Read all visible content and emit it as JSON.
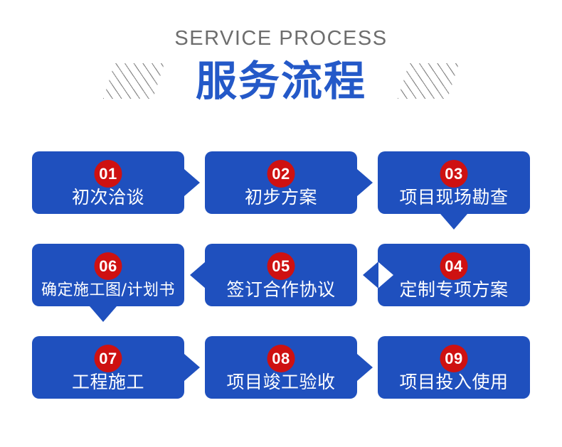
{
  "header": {
    "eyebrow": "SERVICE PROCESS",
    "title": "服务流程",
    "decoration_left": "hatch-pattern",
    "decoration_right": "hatch-pattern"
  },
  "colors": {
    "card_blue": "#1F50BE",
    "badge_red": "#CE1111",
    "title_blue": "#2459C8",
    "eyebrow_gray": "#6D6D6D",
    "background": "#FFFFFF"
  },
  "flow": {
    "steps": [
      {
        "number": "01",
        "label": "初次洽谈",
        "row": 1,
        "col": 1,
        "connector": "arrow-right"
      },
      {
        "number": "02",
        "label": "初步方案",
        "row": 1,
        "col": 2,
        "connector": "arrow-right"
      },
      {
        "number": "03",
        "label": "项目现场勘查",
        "row": 1,
        "col": 3,
        "connector": "arrow-down"
      },
      {
        "number": "04",
        "label": "定制专项方案",
        "row": 2,
        "col": 3,
        "connector": "notch-left"
      },
      {
        "number": "05",
        "label": "签订合作协议",
        "row": 2,
        "col": 2,
        "connector": "arrow-left"
      },
      {
        "number": "06",
        "label": "确定施工图/计划书",
        "row": 2,
        "col": 1,
        "connector": "arrow-down"
      },
      {
        "number": "07",
        "label": "工程施工",
        "row": 3,
        "col": 1,
        "connector": "arrow-right"
      },
      {
        "number": "08",
        "label": "项目竣工验收",
        "row": 3,
        "col": 2,
        "connector": "arrow-right"
      },
      {
        "number": "09",
        "label": "项目投入使用",
        "row": 3,
        "col": 3,
        "connector": "none"
      }
    ]
  }
}
